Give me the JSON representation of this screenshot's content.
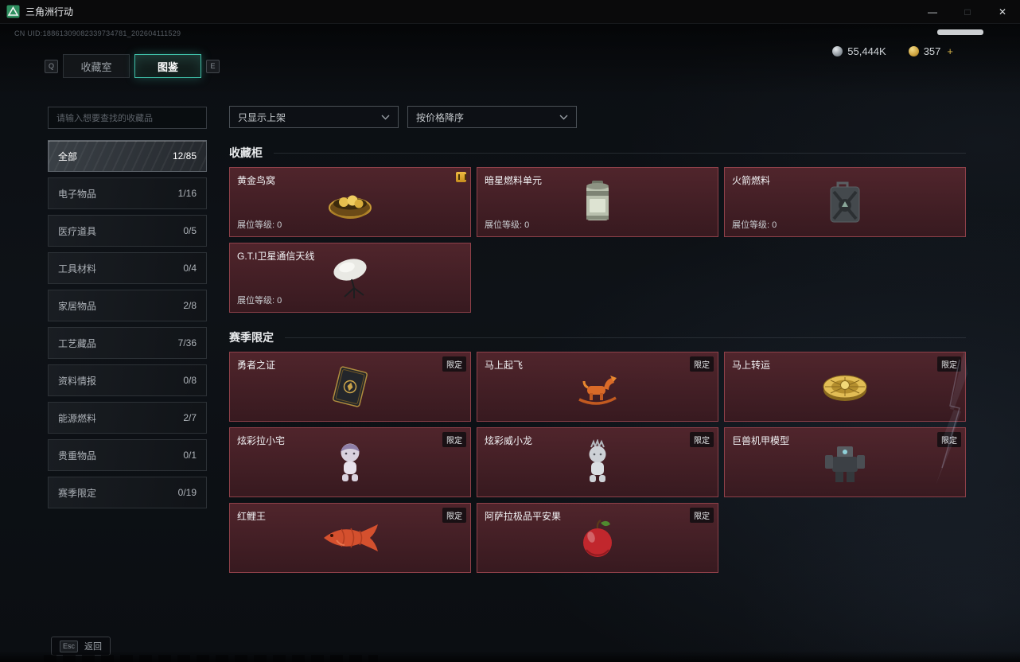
{
  "window": {
    "title": "三角洲行动",
    "minimize": "—",
    "maximize": "□",
    "close": "✕"
  },
  "header": {
    "uid": "CN UID:18861309082339734781_202604111529",
    "currency_primary": "55,444K",
    "currency_secondary": "357",
    "currency_add": "+"
  },
  "tabs": {
    "key_prev": "Q",
    "key_next": "E",
    "items": [
      {
        "label": "收藏室"
      },
      {
        "label": "图鉴"
      }
    ]
  },
  "sidebar": {
    "search_placeholder": "请输入想要查找的收藏品",
    "categories": [
      {
        "name": "全部",
        "count": "12/85",
        "selected": true
      },
      {
        "name": "电子物品",
        "count": "1/16"
      },
      {
        "name": "医疗道具",
        "count": "0/5"
      },
      {
        "name": "工具材料",
        "count": "0/4"
      },
      {
        "name": "家居物品",
        "count": "2/8"
      },
      {
        "name": "工艺藏品",
        "count": "7/36"
      },
      {
        "name": "资料情报",
        "count": "0/8"
      },
      {
        "name": "能源燃料",
        "count": "2/7"
      },
      {
        "name": "贵重物品",
        "count": "0/1"
      },
      {
        "name": "赛季限定",
        "count": "0/19"
      }
    ]
  },
  "filters": {
    "listing": "只显示上架",
    "sort": "按价格降序"
  },
  "sections": [
    {
      "title": "收藏柜",
      "items": [
        {
          "name": "黄金鸟窝",
          "level_label": "展位等级: 0",
          "icon": "golden-nest-icon",
          "has_upgrade_badge": true
        },
        {
          "name": "暗星燃料单元",
          "level_label": "展位等级: 0",
          "icon": "fuel-cell-icon"
        },
        {
          "name": "火箭燃料",
          "level_label": "展位等级: 0",
          "icon": "fuel-can-icon"
        },
        {
          "name": "G.T.I卫星通信天线",
          "level_label": "展位等级: 0",
          "icon": "satellite-dish-icon"
        }
      ]
    },
    {
      "title": "赛季限定",
      "badge": "限定",
      "items": [
        {
          "name": "勇者之证",
          "icon": "hero-card-icon"
        },
        {
          "name": "马上起飞",
          "icon": "rocking-horse-icon"
        },
        {
          "name": "马上转运",
          "icon": "golden-wheel-icon"
        },
        {
          "name": "炫彩拉小宅",
          "icon": "figure-girl-icon"
        },
        {
          "name": "炫彩威小龙",
          "icon": "figure-dragon-icon"
        },
        {
          "name": "巨兽机甲模型",
          "icon": "mech-model-icon"
        },
        {
          "name": "红鲤王",
          "icon": "red-koi-icon"
        },
        {
          "name": "阿萨拉极品平安果",
          "icon": "red-apple-icon"
        }
      ]
    }
  ],
  "footer": {
    "esc_key": "Esc",
    "esc_label": "返回"
  },
  "colors": {
    "accent_teal": "#3fbfa8",
    "card_background": "#4a232a",
    "card_border": "#8e4049",
    "currency_gold": "#d8b44a"
  }
}
